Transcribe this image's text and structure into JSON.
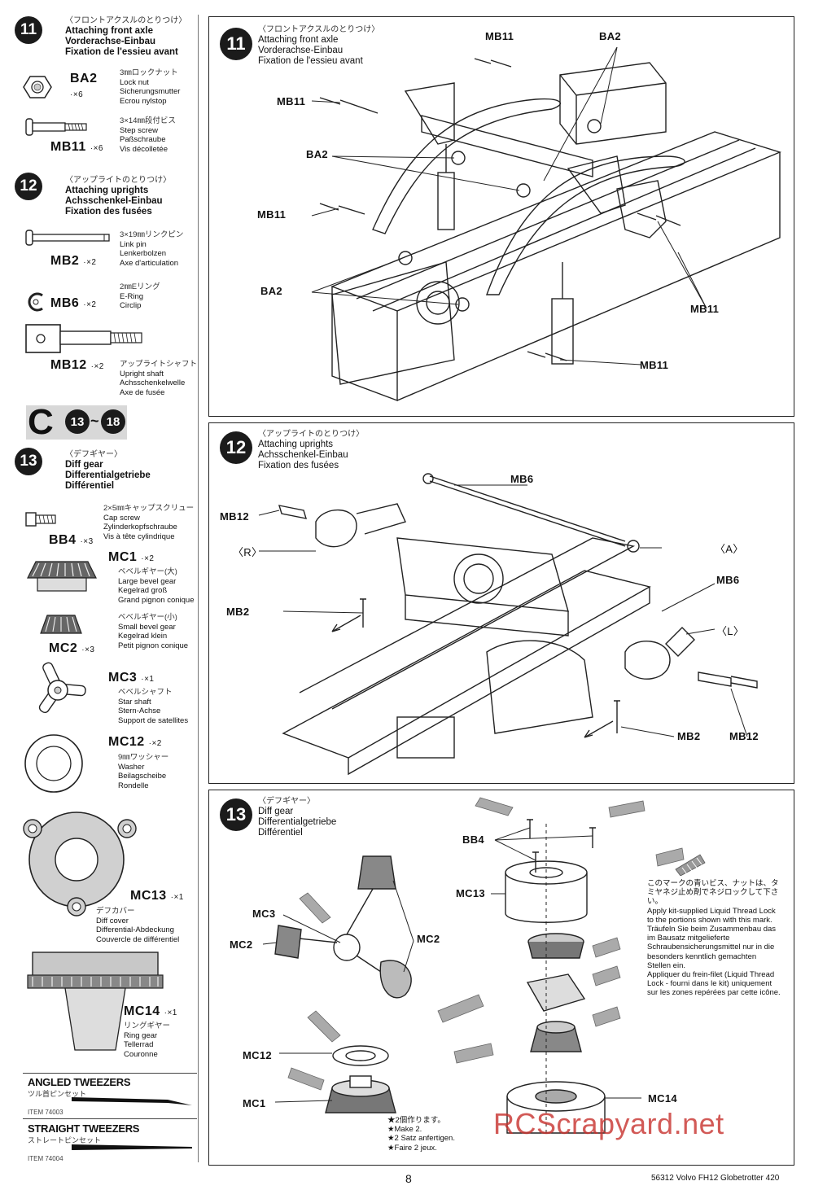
{
  "sidebar": {
    "step11": {
      "num": "11",
      "jp": "〈フロントアクスルのとりつけ〉",
      "en": "Attaching front axle",
      "de": "Vorderachse-Einbau",
      "fr": "Fixation de l'essieu avant",
      "parts": [
        {
          "code": "BA2",
          "qty": "·×6",
          "jp": "3㎜ロックナット",
          "l1": "Lock nut",
          "l2": "Sicherungsmutter",
          "l3": "Ecrou nylstop"
        },
        {
          "code": "MB11",
          "qty": "·×6",
          "jp": "3×14㎜段付ビス",
          "l1": "Step screw",
          "l2": "Paßschraube",
          "l3": "Vis décolletée"
        }
      ]
    },
    "step12": {
      "num": "12",
      "jp": "〈アップライトのとりつけ〉",
      "en": "Attaching uprights",
      "de": "Achsschenkel-Einbau",
      "fr": "Fixation des fusées",
      "parts": [
        {
          "code": "MB2",
          "qty": "·×2",
          "jp": "3×19㎜リンクピン",
          "l1": "Link pin",
          "l2": "Lenkerbolzen",
          "l3": "Axe d'articulation"
        },
        {
          "code": "MB6",
          "qty": "·×2",
          "jp": "2㎜Eリング",
          "l1": "E-Ring",
          "l2": "Circlip",
          "l3": ""
        },
        {
          "code": "MB12",
          "qty": "·×2",
          "jp": "アップライトシャフト",
          "l1": "Upright shaft",
          "l2": "Achsschenkelwelle",
          "l3": "Axe de fusée"
        }
      ]
    },
    "bag": {
      "letter": "C",
      "range_a": "13",
      "tilde": "~",
      "range_b": "18"
    },
    "step13": {
      "num": "13",
      "jp": "〈デフギヤー〉",
      "en": "Diff gear",
      "de": "Differentialgetriebe",
      "fr": "Différentiel",
      "parts": [
        {
          "code": "BB4",
          "qty": "·×3",
          "jp": "2×5㎜キャップスクリュー",
          "l1": "Cap screw",
          "l2": "Zylinderkopfschraube",
          "l3": "Vis à tête cylindrique"
        },
        {
          "code": "MC1",
          "qty": "·×2",
          "jp": "ベベルギヤー(大)",
          "l1": "Large bevel gear",
          "l2": "Kegelrad groß",
          "l3": "Grand pignon conique"
        },
        {
          "code": "MC2",
          "qty": "·×3",
          "jp": "ベベルギヤー(小)",
          "l1": "Small bevel gear",
          "l2": "Kegelrad klein",
          "l3": "Petit pignon conique"
        },
        {
          "code": "MC3",
          "qty": "·×1",
          "jp": "ベベルシャフト",
          "l1": "Star shaft",
          "l2": "Stern-Achse",
          "l3": "Support de satellites"
        },
        {
          "code": "MC12",
          "qty": "·×2",
          "jp": "9㎜ワッシャー",
          "l1": "Washer",
          "l2": "Beilagscheibe",
          "l3": "Rondelle"
        },
        {
          "code": "MC13",
          "qty": "·×1",
          "jp": "デフカバー",
          "l1": "Diff cover",
          "l2": "Differential-Abdeckung",
          "l3": "Couvercle de différentiel"
        },
        {
          "code": "MC14",
          "qty": "·×1",
          "jp": "リングギヤー",
          "l1": "Ring gear",
          "l2": "Tellerrad",
          "l3": "Couronne"
        }
      ]
    },
    "tools": [
      {
        "title": "ANGLED TWEEZERS",
        "jp": "ツル首ピンセット",
        "item": "ITEM 74003"
      },
      {
        "title": "STRAIGHT TWEEZERS",
        "jp": "ストレートピンセット",
        "item": "ITEM 74004"
      }
    ]
  },
  "panel11": {
    "num": "11",
    "jp": "〈フロントアクスルのとりつけ〉",
    "en": "Attaching front axle",
    "de": "Vorderachse-Einbau",
    "fr": "Fixation de l'essieu avant",
    "labels": [
      "MB11",
      "BA2",
      "MB11",
      "BA2",
      "MB11",
      "BA2",
      "MB11",
      "MB11"
    ]
  },
  "panel12": {
    "num": "12",
    "jp": "〈アップライトのとりつけ〉",
    "en": "Attaching uprights",
    "de": "Achsschenkel-Einbau",
    "fr": "Fixation des fusées",
    "labels": [
      "MB6",
      "MB12",
      "〈R〉",
      "〈A〉",
      "MB6",
      "MB2",
      "〈L〉",
      "MB2",
      "MB12"
    ]
  },
  "panel13": {
    "num": "13",
    "jp": "〈デフギヤー〉",
    "en": "Diff gear",
    "de": "Differentialgetriebe",
    "fr": "Différentiel",
    "labels": [
      "BB4",
      "MC13",
      "MC3",
      "MC2",
      "MC2",
      "MC12",
      "MC1",
      "MC14"
    ],
    "note_jp": "このマークの青いビス、ナットは、タミヤネジ止め剤でネジロックして下さい。",
    "note_en": "Apply kit-supplied Liquid Thread Lock to the portions shown with this mark.",
    "note_de": "Träufeln Sie beim Zusammenbau das im Bausatz mitgelieferte Schraubensicherungsmittel nur in die besonders kenntlich gemachten Stellen ein.",
    "note_fr": "Appliquer du frein-filet (Liquid Thread Lock - fourni dans le kit) uniquement sur les zones repérées par cette icône.",
    "make_jp": "★2個作ります。",
    "make_en": "★Make 2.",
    "make_de": "★2 Satz anfertigen.",
    "make_fr": "★Faire 2 jeux."
  },
  "footer": {
    "page": "8",
    "model": "56312 Volvo FH12 Globetrotter 420"
  },
  "watermark": "RCScrapyard.net"
}
